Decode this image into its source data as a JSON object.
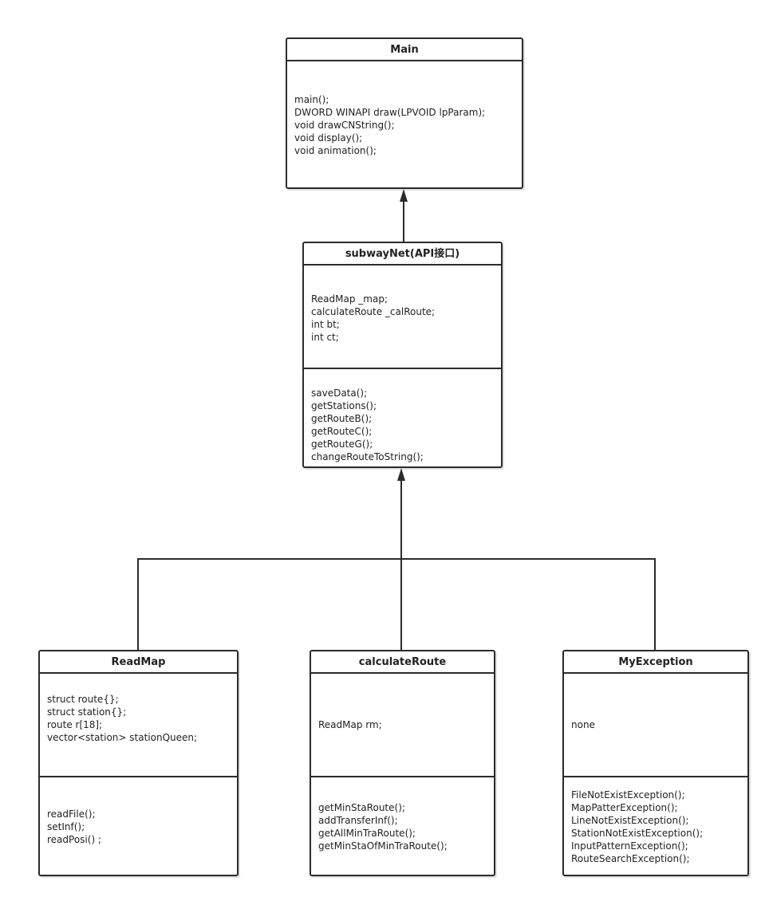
{
  "classes": {
    "main": {
      "name": "Main",
      "members": [
        "main();",
        "DWORD WINAPI draw(LPVOID lpParam);",
        "void drawCNString();",
        "void display();",
        "void animation();"
      ]
    },
    "subway_net": {
      "name": "subwayNet(API接口)",
      "attributes": [
        "ReadMap _map;",
        "calculateRoute _calRoute;",
        "int bt;",
        "int ct;"
      ],
      "methods": [
        "saveData();",
        "getStations();",
        "getRouteB();",
        "getRouteC();",
        "getRouteG();",
        "changeRouteToString();"
      ]
    },
    "read_map": {
      "name": "ReadMap",
      "attributes": [
        "struct route{};",
        "struct station{};",
        "route r[18];",
        "vector<station> stationQueen;"
      ],
      "methods": [
        "readFile();",
        "setInf();",
        "readPosi() ;"
      ]
    },
    "calculate_route": {
      "name": "calculateRoute",
      "attributes": [
        "ReadMap rm;"
      ],
      "methods": [
        "getMinStaRoute();",
        "addTransferInf();",
        "getAllMinTraRoute();",
        "getMinStaOfMinTraRoute();"
      ]
    },
    "my_exception": {
      "name": "MyException",
      "attributes": [
        "none"
      ],
      "methods": [
        "FileNotExistException();",
        "MapPatterException();",
        "LineNotExistException();",
        "StationNotExistException();",
        "InputPatternException();",
        "RouteSearchException();"
      ]
    }
  },
  "relations": [
    {
      "from": "subwayNet(API接口)",
      "to": "Main",
      "arrow": "filled"
    },
    {
      "from": "ReadMap",
      "to": "subwayNet(API接口)",
      "arrow": "filled"
    },
    {
      "from": "calculateRoute",
      "to": "subwayNet(API接口)",
      "arrow": "filled"
    },
    {
      "from": "MyException",
      "to": "subwayNet(API接口)",
      "arrow": "filled"
    }
  ],
  "colors": {
    "line": "#2b2b2b",
    "text": "#222222",
    "background": "#ffffff"
  }
}
